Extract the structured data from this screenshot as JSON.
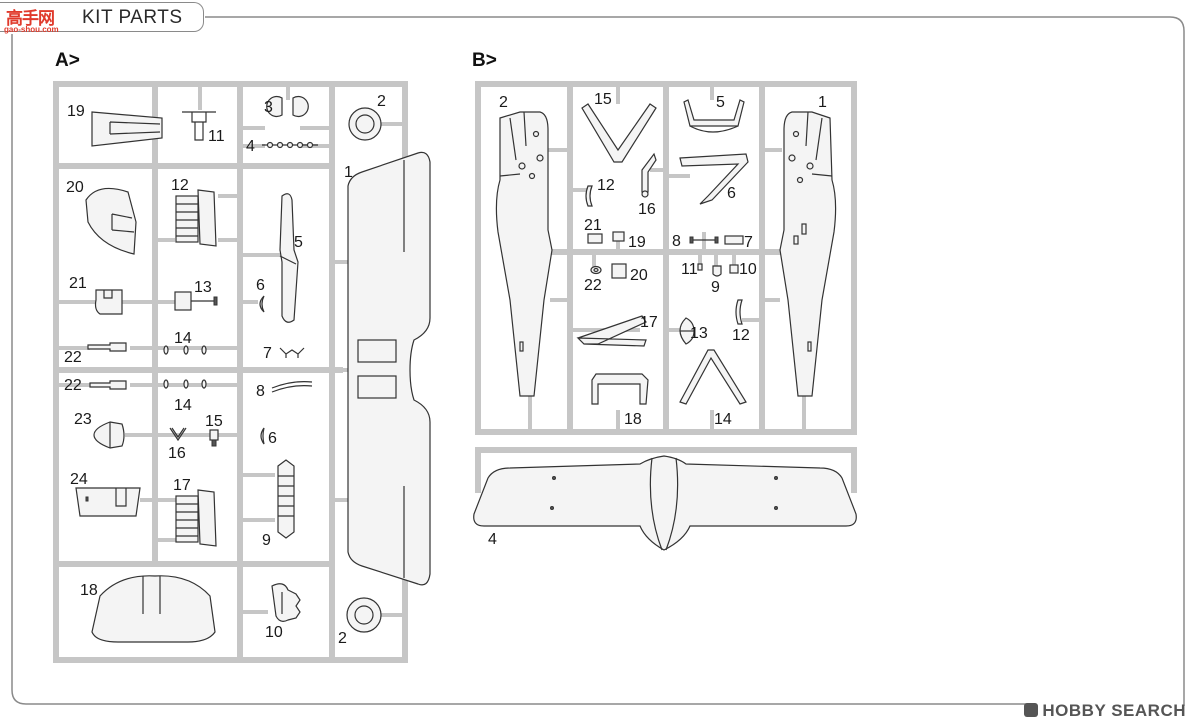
{
  "header": {
    "logo_text": "高手网",
    "logo_url": "gao-shou.com",
    "title": "KIT PARTS"
  },
  "sprue_a": {
    "label": "A>",
    "parts": {
      "p1": "1",
      "p2a": "2",
      "p2b": "2",
      "p3": "3",
      "p4": "4",
      "p5": "5",
      "p6a": "6",
      "p6b": "6",
      "p7": "7",
      "p8": "8",
      "p9": "9",
      "p10": "10",
      "p11": "11",
      "p12": "12",
      "p13": "13",
      "p14a": "14",
      "p14b": "14",
      "p15": "15",
      "p16": "16",
      "p17": "17",
      "p18": "18",
      "p19": "19",
      "p20": "20",
      "p21": "21",
      "p22a": "22",
      "p22b": "22",
      "p23": "23",
      "p24": "24"
    }
  },
  "sprue_b": {
    "label": "B>",
    "parts": {
      "p1": "1",
      "p2": "2",
      "p4": "4",
      "p5": "5",
      "p6": "6",
      "p7": "7",
      "p8": "8",
      "p9": "9",
      "p10": "10",
      "p11": "11",
      "p12a": "12",
      "p12b": "12",
      "p13": "13",
      "p14": "14",
      "p15": "15",
      "p16": "16",
      "p17": "17",
      "p18": "18",
      "p19": "19",
      "p20": "20",
      "p21": "21",
      "p22": "22"
    }
  },
  "watermark": "HOBBY SEARCH"
}
